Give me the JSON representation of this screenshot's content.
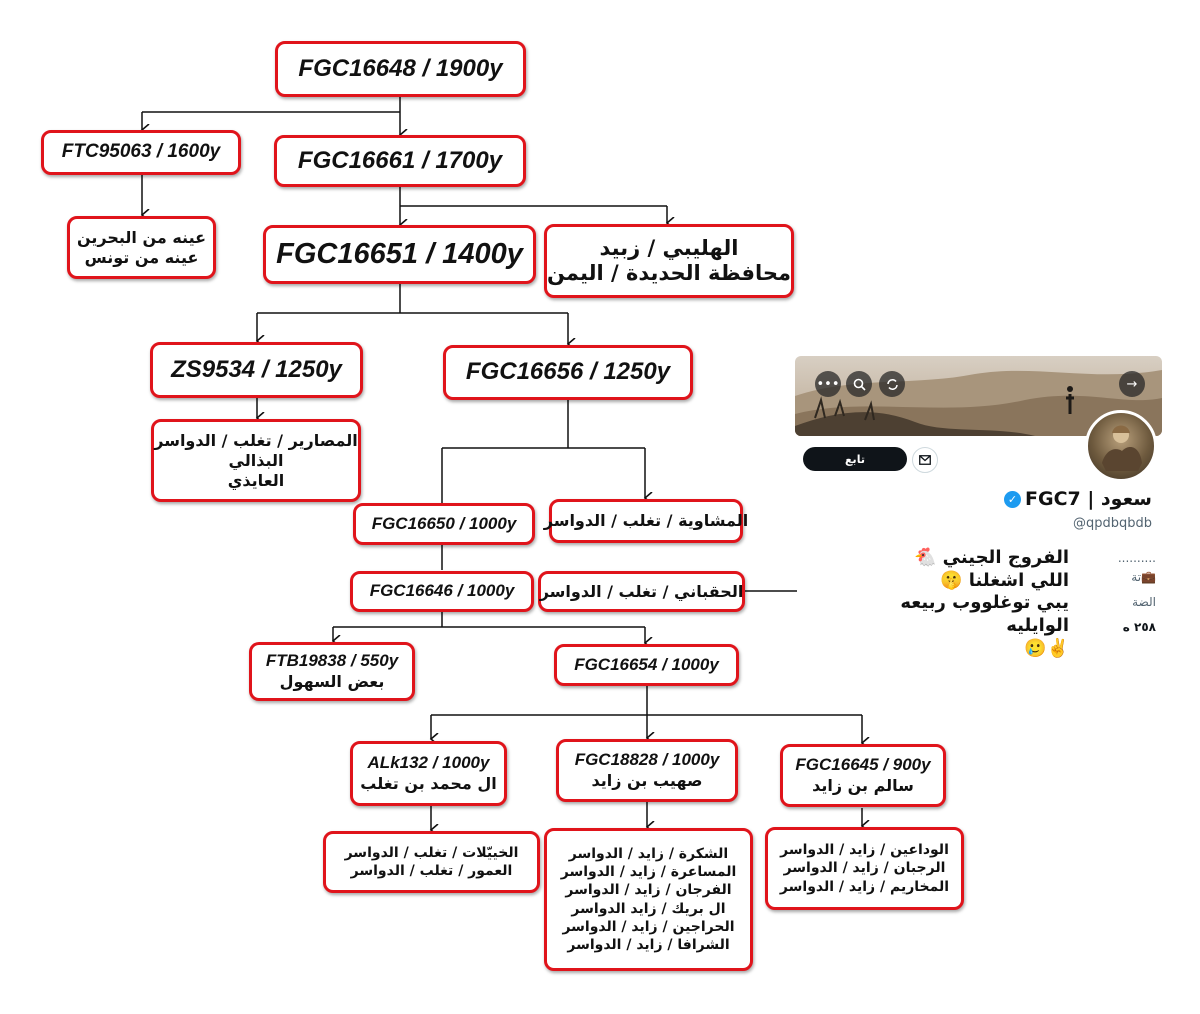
{
  "nodes": {
    "fgc16648": "FGC16648 / 1900y",
    "ftc95063": "FTC95063 / 1600y",
    "ftc95063_sample_1": "عينه من البحرين",
    "ftc95063_sample_2": "عينه من تونس",
    "fgc16661": "FGC16661 / 1700y",
    "fgc16651": "FGC16651 / 1400y",
    "hulaibi_1": "الهليبي / زبيد",
    "hulaibi_2": "محافظة الحديدة / اليمن",
    "zs9534": "ZS9534 / 1250y",
    "zs9534_line_1": "المصارير / تغلب / الدواسر",
    "zs9534_line_2": "البذالي",
    "zs9534_line_3": "العايذي",
    "fgc16656": "FGC16656 / 1250y",
    "fgc16650": "FGC16650 / 1000y",
    "mashawiya": "المشاوية / تغلب / الدواسر",
    "fgc16646": "FGC16646 / 1000y",
    "haqbani": "الحقباني / تغلب / الدواسر",
    "ftb19838": "FTB19838 / 550y",
    "ftb19838_line": "بعض السهول",
    "fgc16654": "FGC16654 / 1000y",
    "alk132": "ALk132 / 1000y",
    "alk132_line": "ال محمد بن تغلب",
    "fgc18828": "FGC18828 / 1000y",
    "fgc18828_line": "صهيب بن زايد",
    "fgc16645": "FGC16645 / 900y",
    "fgc16645_line": "سالم بن زايد",
    "khuyailat_1": "الخييّلات / تغلب / الدواسر",
    "khuyailat_2": "العمور / تغلب / الدواسر",
    "shukra_1": "الشكرة / زايد / الدواسر",
    "shukra_2": "المساعرة / زايد / الدواسر",
    "shukra_3": "الفرجان / زايد / الدواسر",
    "shukra_4": "ال بريك / زايد الدواسر",
    "shukra_5": "الحراجين / زايد / الدواسر",
    "shukra_6": "الشرافا / زايد / الدواسر",
    "wadaeen_1": "الوداعين / زايد / الدواسر",
    "wadaeen_2": "الرجبان / زايد / الدواسر",
    "wadaeen_3": "المخاريم / زايد / الدواسر"
  },
  "profile": {
    "name": "سعود | FGC7",
    "handle": "@qpdbqbdb",
    "follow_label": "تابع",
    "bio_1": "الفروج الجيني 🐔",
    "bio_2": "اللي اشغلنا 🤫",
    "bio_3": "يبي توغلووب ربيعه الوايليه",
    "bio_4": "✌️🥲",
    "side_1": "..........",
    "side_2": "تة",
    "side_3": "الضة",
    "side_4": "٢٥٨ ه"
  },
  "icons": {
    "more": "more-icon",
    "search": "search-icon",
    "repost": "repost-icon",
    "forward": "arrow-right-icon",
    "mail": "mail-icon",
    "verified": "verified-badge-icon",
    "briefcase": "briefcase-icon"
  },
  "colors": {
    "node_border": "#e0141b",
    "line": "#111111",
    "follow_bg": "#0f1419",
    "verified": "#1d9bf0"
  }
}
